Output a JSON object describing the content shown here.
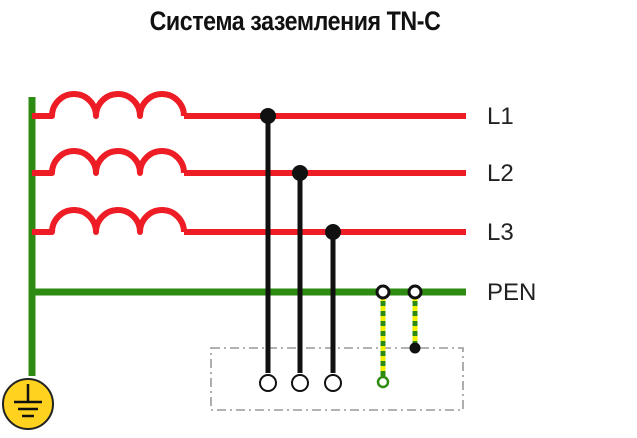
{
  "title": "Система заземления TN-C",
  "lines": [
    {
      "id": "l1",
      "label": "L1"
    },
    {
      "id": "l2",
      "label": "L2"
    },
    {
      "id": "l3",
      "label": "L3"
    },
    {
      "id": "pen",
      "label": "PEN"
    }
  ],
  "colors": {
    "phase": "#ee1c24",
    "pen": "#2e8b12",
    "conductor": "#111111",
    "pen_dash": "#f2f200",
    "enclosure": "#999999",
    "ground_symbol": "#ffd21f"
  },
  "icons": {
    "ground": "earth-ground-icon"
  }
}
